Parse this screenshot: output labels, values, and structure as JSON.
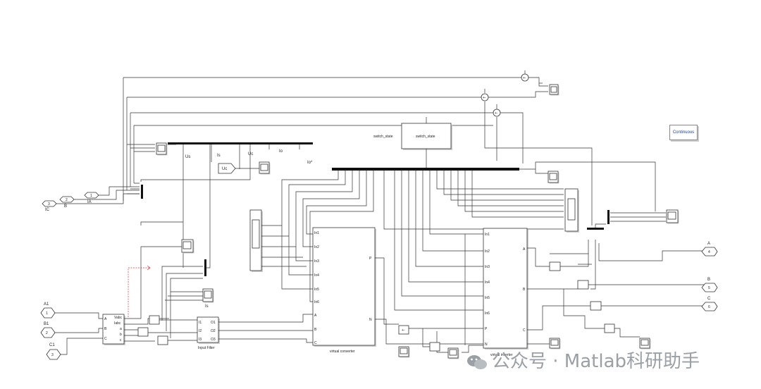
{
  "diagram": {
    "powergui": "Continuous",
    "switch_state_from": "switch_state",
    "switch_state_block": "switch_state",
    "bus_labels": {
      "us": "Us",
      "is": "Is",
      "uc": "Uc",
      "io": "Io",
      "io_ref": "Io*"
    },
    "uc_goto": "Uc",
    "scope_label_is": "Is",
    "left_ports": {
      "p1": "1",
      "p2": "2",
      "p3": "3",
      "l1": "IA",
      "l2": "B",
      "l3": "IC"
    },
    "input_ports": {
      "a1": {
        "name": "A1",
        "num": "1"
      },
      "b1": {
        "name": "B1",
        "num": "2"
      },
      "c1": {
        "name": "C1",
        "num": "3"
      }
    },
    "output_ports": {
      "a": {
        "name": "A",
        "num": "4"
      },
      "b": {
        "name": "B",
        "num": "5"
      },
      "c": {
        "name": "C",
        "num": "6"
      }
    },
    "measure_ports_in": [
      "A",
      "B",
      "C"
    ],
    "measure_ports_out": [
      "Vabc",
      "Iabc",
      "a",
      "b",
      "c"
    ],
    "input_filter": {
      "name": "Input Filter",
      "in": [
        "I1",
        "I2",
        "I3"
      ],
      "out": [
        "O1",
        "O2",
        "O3"
      ]
    },
    "virtual_converter": {
      "name": "virtual converter",
      "in": [
        "In1",
        "In2",
        "In3",
        "In4",
        "In5",
        "In6",
        "A",
        "B",
        "C"
      ],
      "out": [
        "P",
        "N"
      ]
    },
    "virtual_inverter": {
      "name": "virtual inverter",
      "in": [
        "In1",
        "In2",
        "In3",
        "In4",
        "In5",
        "In6",
        "P",
        "N"
      ],
      "out": [
        "A",
        "B",
        "C"
      ]
    }
  },
  "watermark": "公众号 · Matlab科研助手"
}
